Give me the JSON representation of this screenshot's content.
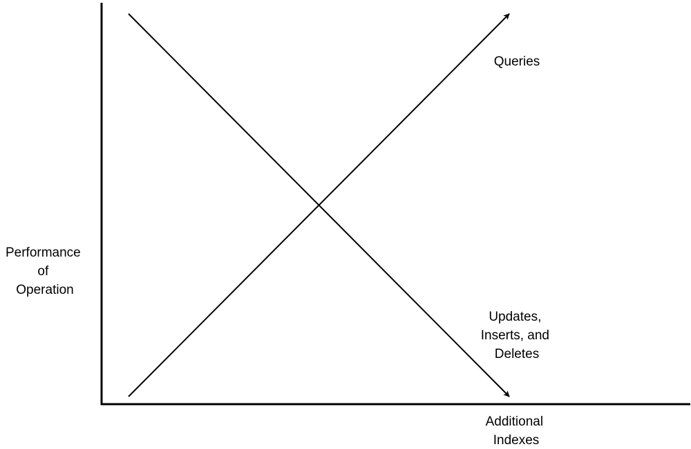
{
  "chart_data": {
    "type": "line",
    "title": "",
    "xlabel": [
      "Additional",
      "Indexes"
    ],
    "ylabel": [
      "Performance",
      "of",
      "Operation"
    ],
    "grid": false,
    "legend": "none",
    "axis_ticks": false,
    "colors": {
      "line": "#000000",
      "axis": "#000000",
      "background": "#ffffff"
    },
    "series": [
      {
        "name": "Queries",
        "label_lines": [
          "Queries"
        ],
        "trend": "increasing",
        "end_marker": "arrow",
        "points": [
          [
            0,
            0
          ],
          [
            1,
            1
          ]
        ]
      },
      {
        "name": "Updates, Inserts, and Deletes",
        "label_lines": [
          "Updates,",
          "Inserts, and",
          "Deletes"
        ],
        "trend": "decreasing",
        "end_marker": "arrow",
        "points": [
          [
            0,
            1
          ],
          [
            1,
            0
          ]
        ]
      }
    ]
  }
}
